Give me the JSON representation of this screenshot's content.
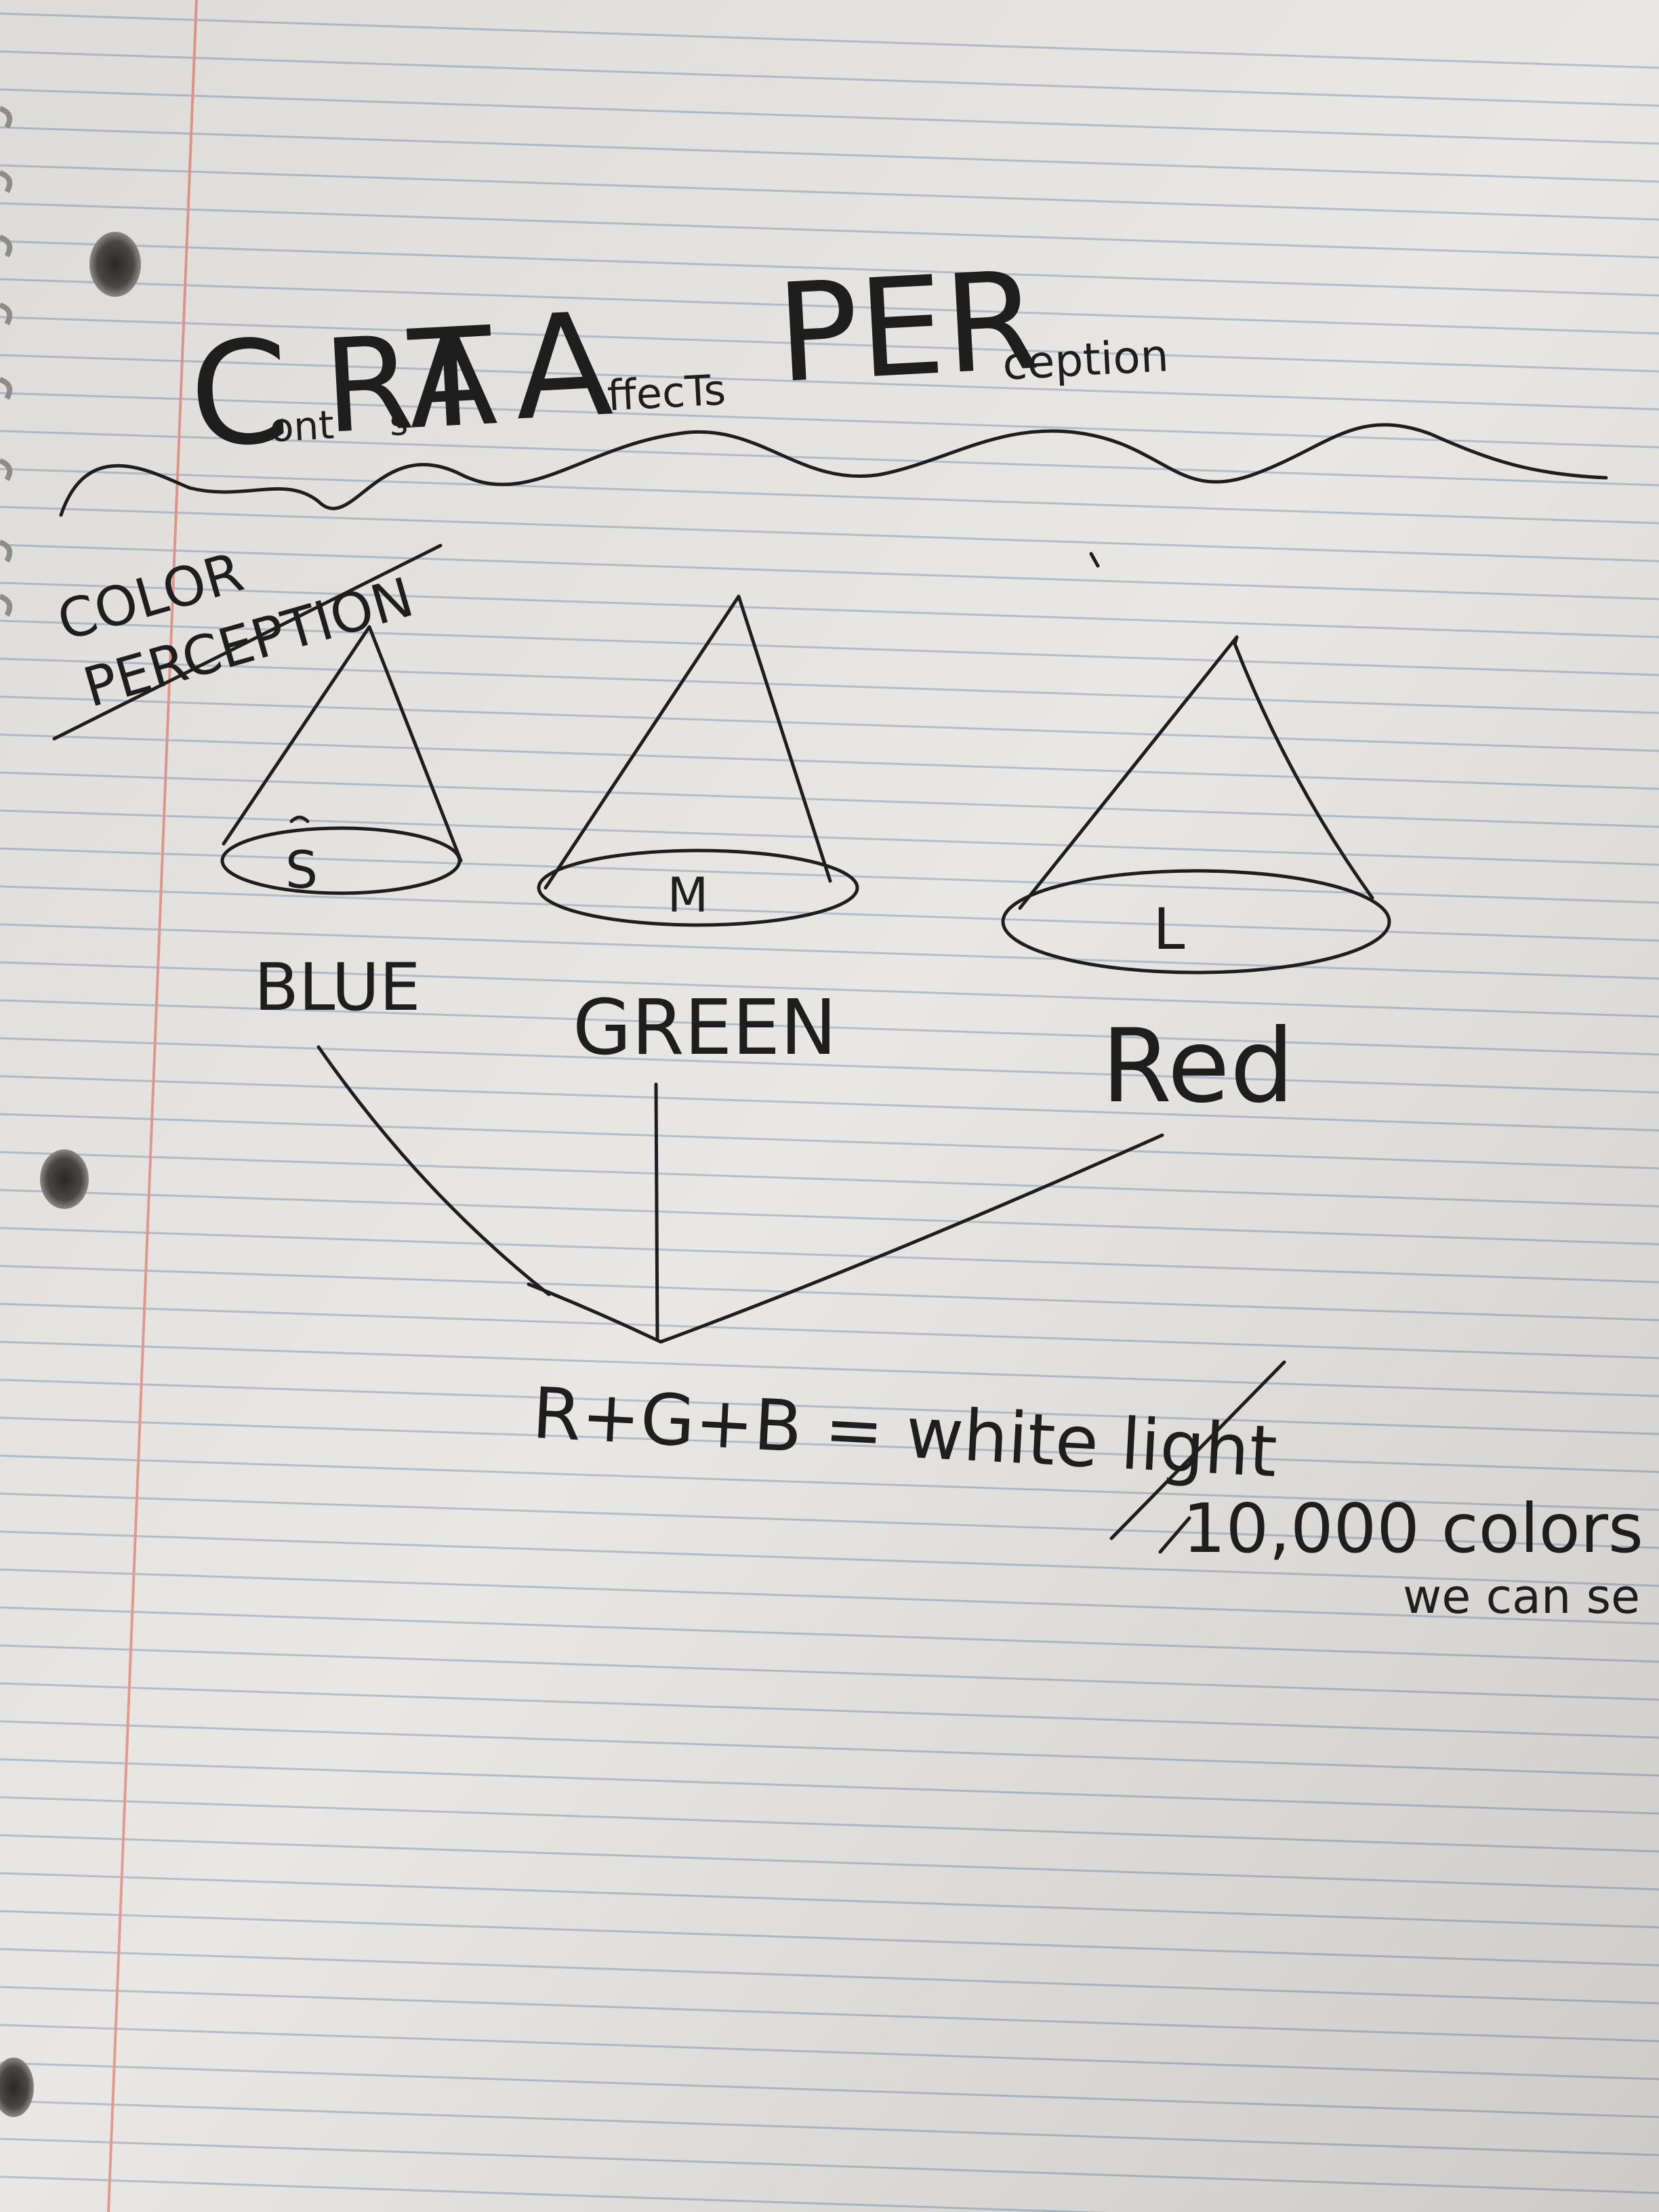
{
  "notebook": {
    "paper_color": "#e9e7e3",
    "rule_color": "#9aaec4",
    "margin_color": "#e59a8e",
    "ink_color": "#1e1e1e"
  },
  "title": {
    "word1_cap": "C",
    "word1_small": "ont",
    "word1_big": "RA",
    "word1_small2": "s",
    "word1_end": "T",
    "word2_cap": "A",
    "word2_small": "ffecTs",
    "word3_big": "PER",
    "word3_small": "ception"
  },
  "topic": {
    "line1": "COLOR",
    "line2": "PERCEPTION"
  },
  "cones": [
    {
      "letter": "S",
      "label": "BLUE"
    },
    {
      "letter": "M",
      "label": "GREEN"
    },
    {
      "letter": "L",
      "label": "Red"
    }
  ],
  "equation": "R+G+B = white light",
  "side_note": {
    "line1": "10,000  colors",
    "line2": "we can se"
  }
}
